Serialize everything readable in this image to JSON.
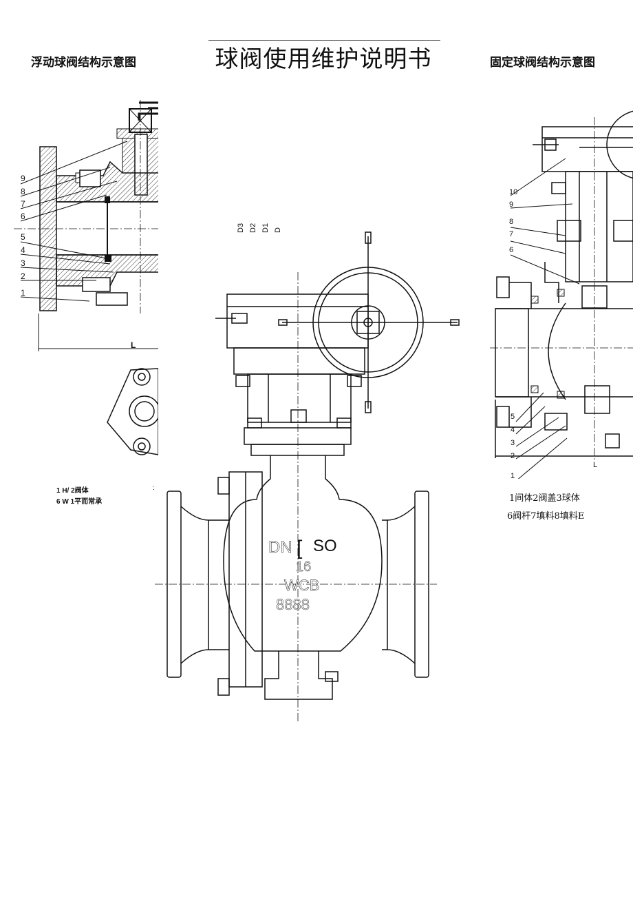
{
  "document": {
    "title": "球阀使用维护说明书",
    "left_caption": "浮动球阀结构示意图",
    "right_caption": "固定球阀结构示意图"
  },
  "floating_valve": {
    "part_numbers": [
      "9",
      "8",
      "7",
      "6",
      "5",
      "4",
      "3",
      "2",
      "1"
    ],
    "dimension_labels": [
      "D3",
      "D2",
      "D1",
      "D"
    ],
    "length_label": "L",
    "legend_line1": "1   H/ 2阀体",
    "legend_line2": "6   W 1平而常承",
    "stray_mark": ":"
  },
  "fixed_valve": {
    "part_numbers_top": [
      "10",
      "9",
      "8",
      "7",
      "6"
    ],
    "part_numbers_bottom": [
      "5",
      "4",
      "3",
      "2",
      "1"
    ],
    "length_label": "L",
    "legend_line1": "1间体2阀盖3球体",
    "legend_line2": "6阀杆7填料8填料E"
  },
  "body_marking": {
    "line1_left": "DN",
    "line1_bracket": "[",
    "line1_right": "SO",
    "line2": "16",
    "line3": "WCB",
    "line4": "8888"
  }
}
